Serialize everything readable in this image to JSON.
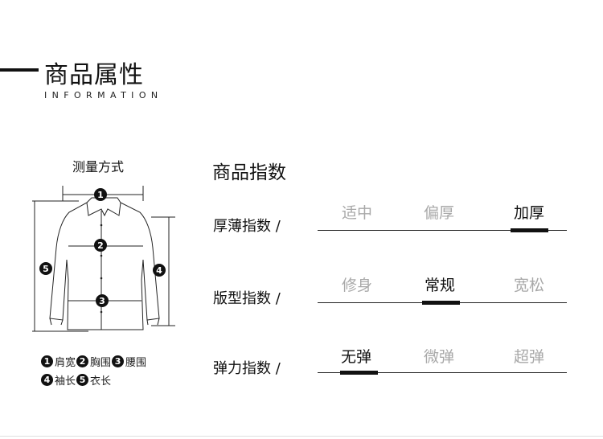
{
  "header": {
    "title": "商品属性",
    "subtitle": "INFORMATION"
  },
  "measure": {
    "title": "测量方式",
    "markers": [
      "1",
      "2",
      "3",
      "4",
      "5"
    ],
    "legend_row1": [
      {
        "num": "1",
        "label": "肩宽"
      },
      {
        "num": "2",
        "label": "胸围"
      },
      {
        "num": "3",
        "label": "腰围"
      }
    ],
    "legend_row2": [
      {
        "num": "4",
        "label": "袖长"
      },
      {
        "num": "5",
        "label": "衣长"
      }
    ]
  },
  "index": {
    "title": "商品指数",
    "rows": [
      {
        "label": "厚薄指数 /",
        "options": [
          "适中",
          "偏厚",
          "加厚"
        ],
        "selected": "加厚"
      },
      {
        "label": "版型指数 /",
        "options": [
          "修身",
          "常规",
          "宽松"
        ],
        "selected": "常规"
      },
      {
        "label": "弹力指数 /",
        "options": [
          "无弹",
          "微弹",
          "超弹"
        ],
        "selected": "无弹"
      }
    ]
  }
}
